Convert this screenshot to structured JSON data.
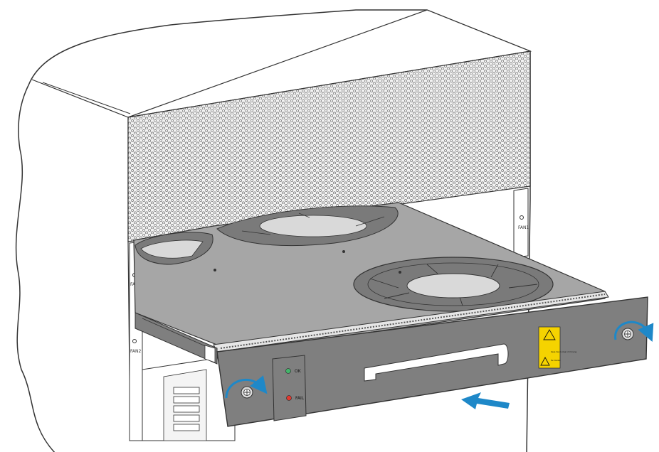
{
  "panel": {
    "led_ok_label": "OK",
    "led_fail_label": "FAIL"
  },
  "chassis": {
    "slot_label_upper_right": "FAN1",
    "slot_label_left_top": "FAN1",
    "slot_label_left_bottom": "FAN2"
  },
  "warning_label": {
    "line1": "Keep hands clear of moving",
    "line2": "fan blades"
  },
  "colors": {
    "panel_face": "#7f7f7f",
    "chassis_line": "#333333",
    "mesh": "#d9d9d9",
    "tray_top": "#a6a6a6",
    "fan_ring": "#7a7a7a",
    "fan_hub": "#d9d9d9",
    "handle": "#ffffff",
    "arrow_blue": "#1e88c8",
    "warning_yellow": "#f5d300",
    "led_ok": "#43b56b",
    "led_fail": "#e2392f"
  },
  "icons": [
    "rotation-arrow-icon",
    "insert-direction-arrow-icon",
    "warning-triangle-icon",
    "captive-screw-icon"
  ]
}
